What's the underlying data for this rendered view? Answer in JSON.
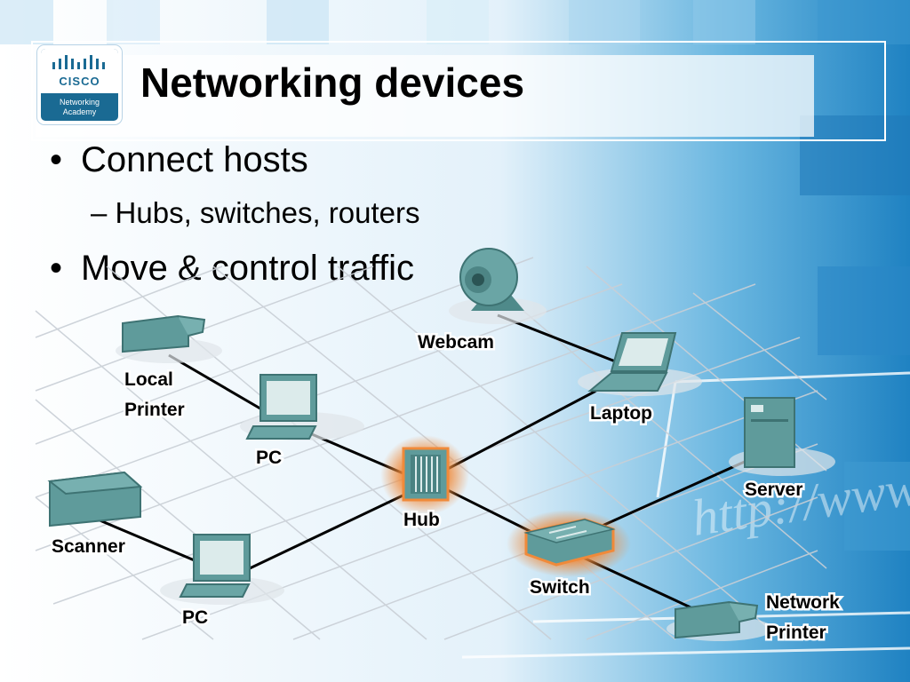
{
  "brand": {
    "logo_name": "CISCO",
    "logo_sub1": "Networking",
    "logo_sub2": "Academy"
  },
  "slide": {
    "title": "Networking devices",
    "bullets": [
      {
        "text": "Connect hosts",
        "sub": "Hubs, switches, routers"
      },
      {
        "text": "Move & control traffic"
      }
    ]
  },
  "diagram": {
    "devices": {
      "webcam": "Webcam",
      "laptop": "Laptop",
      "local_printer_1": "Local",
      "local_printer_2": "Printer",
      "pc_top": "PC",
      "hub": "Hub",
      "server": "Server",
      "scanner": "Scanner",
      "switch": "Switch",
      "pc_bottom": "PC",
      "network_printer_1": "Network",
      "network_printer_2": "Printer"
    },
    "watermark": "http://www"
  },
  "colors": {
    "device": "#5f9b9b",
    "highlight": "#f08a3a",
    "accent": "#1a6a93"
  }
}
